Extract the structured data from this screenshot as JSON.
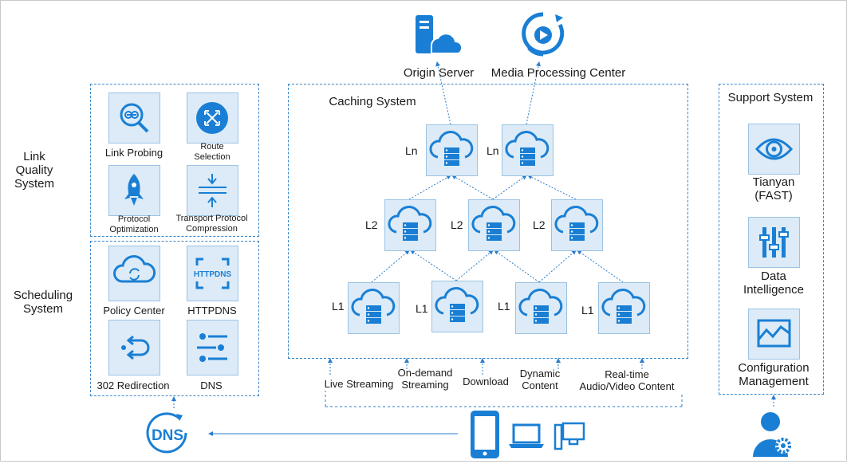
{
  "top": {
    "origin_server": "Origin Server",
    "media_processing": "Media Processing Center"
  },
  "link_quality": {
    "title": "Link Quality System",
    "items": [
      "Link Probing",
      "Route Selection",
      "Protocol Optimization",
      "Transport Protocol Compression"
    ]
  },
  "scheduling": {
    "title": "Scheduling System",
    "items": [
      "Policy Center",
      "HTTPDNS",
      "302 Redirection",
      "DNS"
    ],
    "httpdns_badge": "HTTPDNS"
  },
  "caching": {
    "title": "Caching System",
    "levels": {
      "ln": "Ln",
      "l2": "L2",
      "l1": "L1"
    }
  },
  "support": {
    "title": "Support System",
    "items": [
      "Tianyan (FAST)",
      "Data Intelligence",
      "Configuration Management"
    ]
  },
  "scenarios": [
    "Live Streaming",
    "On-demand Streaming",
    "Download",
    "Dynamic Content",
    "Real-time Audio/Video Content"
  ],
  "dns_badge": "DNS",
  "colors": {
    "accent": "#1a7fd4",
    "tile_bg": "#dcebf7",
    "dash": "#3a86c8"
  }
}
